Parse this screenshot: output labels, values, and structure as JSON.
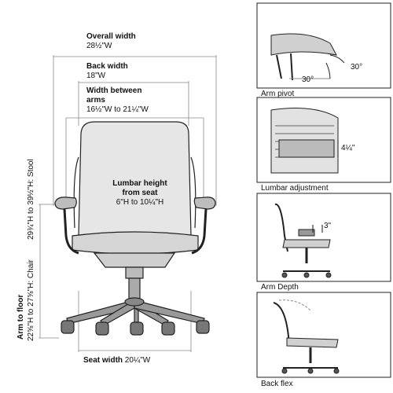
{
  "main_diagram": {
    "overall_width": {
      "title": "Overall width",
      "value": "28½\"W"
    },
    "back_width": {
      "title": "Back width",
      "value": "18\"W"
    },
    "width_between_arms": {
      "title_line1": "Width between",
      "title_line2": "arms",
      "value": "16½\"W to 21¼\"W"
    },
    "lumbar": {
      "line1": "Lumbar height",
      "line2": "from seat",
      "line3": "6\"H to 10¼\"H"
    },
    "seat_width": {
      "title": "Seat width",
      "value": "20¼\"W"
    },
    "arm_to_floor": {
      "title": "Arm to floor",
      "chair": "22⅝\"H to 27⅝\"H: Chair",
      "stool": "29¾\"H to 39½\"H: Stool"
    }
  },
  "thumbnails": [
    {
      "caption": "Arm pivot",
      "angle_a": "30°",
      "angle_b": "30°"
    },
    {
      "caption": "Lumbar adjustment",
      "dimension": "4¼\""
    },
    {
      "caption": "Arm Depth",
      "dimension": "3\""
    },
    {
      "caption": "Back flex"
    }
  ],
  "colors": {
    "line": "#222222",
    "shade": "#d9d9d9",
    "leader": "#888888"
  }
}
